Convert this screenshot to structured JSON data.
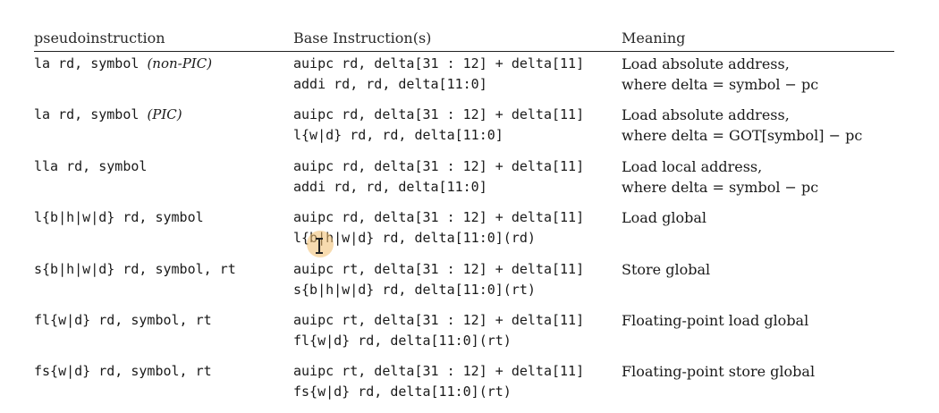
{
  "header": {
    "pseudo": "pseudoinstruction",
    "base": "Base Instruction(s)",
    "meaning": "Meaning"
  },
  "rows": [
    {
      "pseudo": "la rd, symbol ",
      "pseudo_note": "(non-PIC)",
      "base": [
        "auipc rd, delta[31 : 12] + delta[11]",
        "addi rd, rd, delta[11:0]"
      ],
      "meaning": [
        "Load absolute address,",
        "where delta = symbol − pc"
      ]
    },
    {
      "pseudo": "la rd, symbol ",
      "pseudo_note": "(PIC)",
      "base": [
        "auipc rd, delta[31 : 12] + delta[11]",
        "l{w|d} rd, rd, delta[11:0]"
      ],
      "meaning": [
        "Load absolute address,",
        "where delta = GOT[symbol] − pc"
      ]
    },
    {
      "pseudo": "lla rd, symbol",
      "pseudo_note": "",
      "base": [
        "auipc rd, delta[31 : 12] + delta[11]",
        "addi rd, rd, delta[11:0]"
      ],
      "meaning": [
        "Load local address,",
        "where delta = symbol − pc"
      ]
    },
    {
      "pseudo": "l{b|h|w|d} rd, symbol",
      "pseudo_note": "",
      "base": [
        "auipc rd, delta[31 : 12] + delta[11]",
        "l{b|h|w|d} rd, delta[11:0](rd)"
      ],
      "meaning": [
        "Load global",
        ""
      ]
    },
    {
      "pseudo": "s{b|h|w|d} rd, symbol, rt",
      "pseudo_note": "",
      "base": [
        "auipc rt, delta[31 : 12] + delta[11]",
        "s{b|h|w|d} rd, delta[11:0](rt)"
      ],
      "meaning": [
        "Store global",
        ""
      ]
    },
    {
      "pseudo": "fl{w|d} rd, symbol, rt",
      "pseudo_note": "",
      "base": [
        "auipc rt, delta[31 : 12] + delta[11]",
        "fl{w|d} rd, delta[11:0](rt)"
      ],
      "meaning": [
        "Floating-point load global",
        ""
      ]
    },
    {
      "pseudo": "fs{w|d} rd, symbol, rt",
      "pseudo_note": "",
      "base": [
        "auipc rt, delta[31 : 12] + delta[11]",
        "fs{w|d} rd, delta[11:0](rt)"
      ],
      "meaning": [
        "Floating-point store global",
        ""
      ]
    }
  ]
}
